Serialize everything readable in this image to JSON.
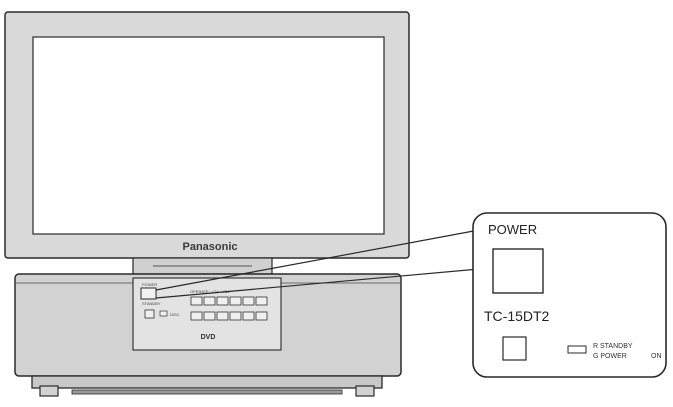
{
  "tv": {
    "brand": "Panasonic",
    "disc_logo": "DVD"
  },
  "callout": {
    "power_label": "POWER",
    "model": "TC-15DT2",
    "standby_line1": "R STANDBY",
    "standby_line2": "G POWER",
    "standby_on": "ON"
  },
  "colors": {
    "outline": "#2a2a2a",
    "panel_fill": "#d7d7d7",
    "screen_fill": "#ffffff",
    "base_fill": "#d2d2d2"
  }
}
